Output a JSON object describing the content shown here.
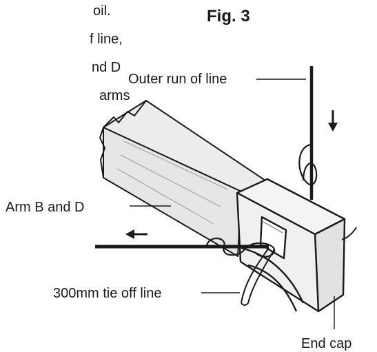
{
  "intro_lines": [
    "oil.",
    "f line,",
    "nd D",
    "arms"
  ],
  "figure_title": "Fig. 3",
  "labels": {
    "outer_run": "Outer run of line",
    "arm": "Arm B and D",
    "tie_off": "300mm tie off line",
    "end_cap": "End cap"
  }
}
